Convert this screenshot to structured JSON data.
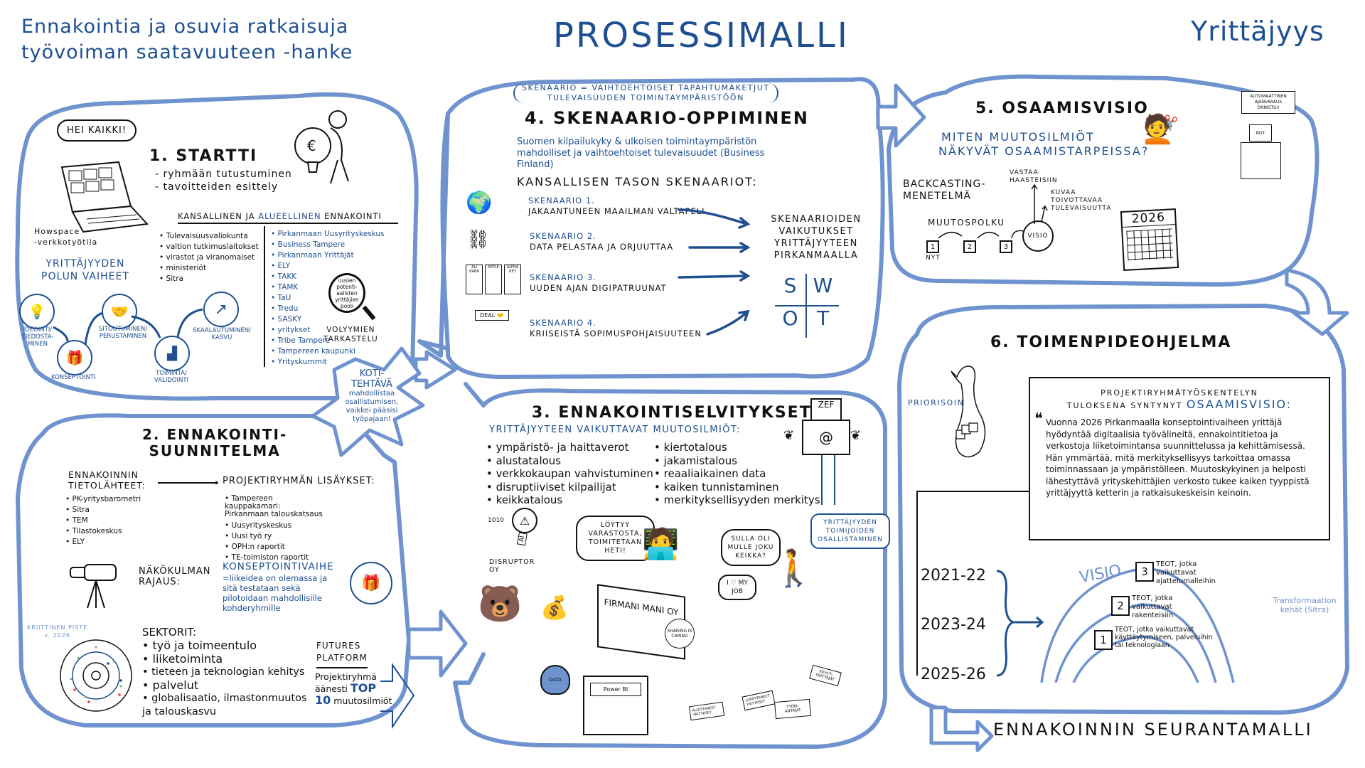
{
  "header": {
    "project_title_line1": "Ennakointia ja osuvia ratkaisuja",
    "project_title_line2": "työvoiman saatavuuteen -hanke",
    "main_title": "PROSESSIMALLI",
    "theme": "Yrittäjyys"
  },
  "colors": {
    "frame_blue": "#6f93cf",
    "ink_blue": "#1d4f91",
    "ink_black": "#111111"
  },
  "step1": {
    "title": "1. STARTTI",
    "bullets": [
      "- ryhmään tutustuminen",
      "- tavoitteiden esittely"
    ],
    "speech": "HEI KAIKKI!",
    "laptop_caption_line1": "Howspace",
    "laptop_caption_line2": "-verkkotyötila",
    "forecast_heading_part1": "KANSALLINEN JA",
    "forecast_heading_part2": "ALUEELLINEN",
    "forecast_heading_part3": "ENNAKOINTI",
    "national": [
      "Tulevaisuusvaliokunta",
      "valtion tutkimuslaitokset",
      "virastot ja viranomaiset",
      "ministeriöt",
      "Sitra"
    ],
    "regional": [
      "Pirkanmaan Uusyrityskeskus",
      "Business Tampere",
      "Pirkanmaan Yrittäjät",
      "ELY",
      "TAKK",
      "TAMK",
      "TaU",
      "Tredu",
      "SASKY",
      "yritykset",
      "Tribe Tampere",
      "Tampereen kaupunki",
      "Yrityskummit"
    ],
    "magnifier_text": "uusien potenti-aalisten yrittäjien pooli",
    "magnifier_caption_line1": "VOLYYMIEN",
    "magnifier_caption_line2": "TARKASTELU",
    "path_title_line1": "YRITTÄJYYDEN",
    "path_title_line2": "POLUN VAIHEET",
    "path_steps": [
      {
        "label": "IDEOINTI/ TIEDOSTA-MINEN",
        "icon": "lightbulb-icon"
      },
      {
        "label": "KONSEPTOINTI",
        "icon": "gift-icon"
      },
      {
        "label": "SITOUTUMINEN/ PERUSTAMINEN",
        "icon": "handshake-icon"
      },
      {
        "label": "TOIMINTA/ VALIDOINTI",
        "icon": "stairs-icon"
      },
      {
        "label": "SKAALAUTUMINEN/ KASVU",
        "icon": "growth-arrow-icon"
      }
    ]
  },
  "homework": {
    "title_line1": "KOTI-",
    "title_line2": "TEHTÄVÄ",
    "text": "mahdollistaa osallistumisen, vaikkei pääsisi työpajaan!"
  },
  "step2": {
    "title_line1": "2. ENNAKOINTI-",
    "title_line2": "SUUNNITELMA",
    "sources_title_line1": "ENNAKOINNIN",
    "sources_title_line2": "TIETOLÄHTEET:",
    "sources": [
      "PK-yritysbarometri",
      "Sitra",
      "TEM",
      "Tilastokeskus",
      "ELY"
    ],
    "additions_title": "PROJEKTIRYHMÄN LISÄYKSET:",
    "additions": [
      "Tampereen kauppakamari: Pirkanmaan talouskatsaus",
      "Uusyrityskeskus",
      "Uusi työ ry",
      "OPH:n raportit",
      "TE-toimiston raportit"
    ],
    "viewpoint_label_line1": "NÄKÖKULMAN",
    "viewpoint_label_line2": "RAJAUS:",
    "concept_phase_title": "KONSEPTOINTIVAIHE",
    "concept_phase_text": "=liikeidea on olemassa ja sitä testataan sekä pilotoidaan mahdollisille kohderyhmille",
    "critical_point_line1": "KRIITTINEN PISTE",
    "critical_point_line2": "v. 2026",
    "sectors_title": "SEKTORIT:",
    "sectors": [
      "työ ja toimeentulo",
      "liiketoiminta",
      "tieteen ja teknologian kehitys",
      "palvelut",
      "globalisaatio, ilmastonmuutos ja talouskasvu"
    ],
    "platform_line1": "FUTURES",
    "platform_line2": "PLATFORM",
    "vote_text_part1": "Projektiryhmä äänesti",
    "vote_highlight": "TOP 10",
    "vote_text_part2": "muutosilmiöt"
  },
  "step3": {
    "title": "3. ENNAKOINTISELVITYKSET",
    "subtitle": "YRITTÄJYYTEEN VAIKUTTAVAT MUUTOSILMIÖT:",
    "col1": [
      "ympäristö- ja haittaverot",
      "alustatalous",
      "verkkokaupan vahvistuminen",
      "disruptiiviset kilpailijat",
      "keikkatalous"
    ],
    "col2": [
      "kiertotalous",
      "jakamistalous",
      "reaaliaikainen data",
      "kaiken tunnistaminen",
      "merkityksellisyyden merkitys"
    ],
    "survey_label": "ZEF",
    "participation_bubble": "YRITTÄJYYDEN TOIMIJOIDEN OSALLISTAMINEN",
    "binary_left": "1010",
    "ai_label": "AI",
    "disruptor_label": "DISRUPTOR OY",
    "speech_warehouse": "LÖYTYY VARASTOSTA, TOIMITETAAN HETI!",
    "speech_gig": "SULLA OLI MULLE JOKU KEIKKA?",
    "thought_job": "I ♡ MY JOB",
    "company_box": "FIRMANI MANI OY",
    "sharing_label": "SHARING IS CARING",
    "data_bottle": "DATA",
    "powerbi_label": "Power BI",
    "output_cards": [
      "ALOITTANEET YRITYKSET",
      "LOPETTANEET YRITYKSET",
      "TYÖN-ANTAJAT",
      "KEVYT-YRITTÄJÄT"
    ]
  },
  "step4": {
    "definition_line1": "SKENAARIO = VAIHTOEHTOISET TAPAHTUMAKETJUT",
    "definition_line2": "TULEVAISUUDEN TOIMINTAYMPÄRISTÖÖN",
    "title": "4. SKENAARIO-OPPIMINEN",
    "intro": "Suomen kilpailukyky & ulkoisen toimintaympäristön mahdolliset ja vaihtoehtoiset tulevaisuudet (Business Finland)",
    "national_title": "KANSALLISEN TASON SKENAARIOT:",
    "scenarios": [
      {
        "label": "SKENAARIO 1.",
        "name": "JAKAANTUNEEN MAAILMAN VALTAPELI",
        "icon": "globe-sword-icon"
      },
      {
        "label": "SKENAARIO 2.",
        "name": "DATA PELASTAA JA ORJUUTTAA",
        "icon": "ball-and-chain-icon"
      },
      {
        "label": "SKENAARIO 3.",
        "name": "UUDEN AJAN DIGIPATRUUNAT",
        "icon": "skyscrapers-icon"
      },
      {
        "label": "SKENAARIO 4.",
        "name": "KRIISEISTÄ SOPIMUSPOHJAISUUTEEN",
        "icon": "deal-handshake-icon"
      }
    ],
    "building_labels": [
      "ALI BABA",
      "APPLE",
      "ALPHA BET"
    ],
    "deal_label": "DEAL",
    "effects_text": "SKENAARIOIDEN VAIKUTUKSET YRITTÄJYYTEEN PIRKANMAALLA",
    "swot": [
      "S",
      "W",
      "O",
      "T"
    ]
  },
  "step5": {
    "title": "5. OSAAMISVISIO",
    "question_line1": "MITEN MUUTOSILMIÖT",
    "question_line2": "NÄKYVÄT OSAAMISTARPEISSA?",
    "method_line1": "BACKCASTING-",
    "method_line2": "MENETELMÄ",
    "answers_label": "VASTAA HAASTEISIIN",
    "describes_label": "KUVAA TOIVOTTAVAA TULEVAISUUTTA",
    "path_label": "MUUTOSPOLKU",
    "path_steps": [
      "1",
      "2",
      "3"
    ],
    "now_label": "NYT",
    "vision_label": "VISIO",
    "bot_speech": "AUTOMAATTINEN AJANVARAUS ONNISTUI!",
    "bot_label": "BOT",
    "calendar_year": "2026"
  },
  "step6": {
    "title": "6. TOIMENPIDEOHJELMA",
    "prioritization": "PRIORISOINTI",
    "vision_box_heading_line1": "PROJEKTIRYHMÄTYÖSKENTELYN",
    "vision_box_heading_line2": "TULOKSENA SYNTYNYT",
    "vision_box_highlight": "OSAAMISVISIO:",
    "vision_quote": "Vuonna 2026 Pirkanmaalla konseptointivaiheen yrittäjä hyödyntää digitaalisia työvälineitä, ennakointitietoa ja verkostoja liiketoimintansa suunnittelussa ja kehittämisessä. Hän ymmärtää, mitä merkityksellisyys tarkoittaa omassa toiminnassaan ja ympäristölleen. Muutoskykyinen ja helposti lähestyttävä yrityskehittäjien verkosto tukee kaiken tyyppistä yrittäjyyttä ketterin ja ratkaisukeskeisin keinoin.",
    "periods": [
      "2021-22",
      "2023-24",
      "2025-26"
    ],
    "vision_arc_label": "VISIO",
    "rings": [
      {
        "number": "3",
        "text": "TEOT, jotka vaikuttavat ajattelumalleihin"
      },
      {
        "number": "2",
        "text": "TEOT, jotka vaikuttavat rakenteisiin"
      },
      {
        "number": "1",
        "text": "TEOT, jotka vaikuttavat käyttäytymiseen, palveluihin tai teknologiaan"
      }
    ],
    "rings_caption": "Transformaation kehät (Sitra)"
  },
  "footer": {
    "next_step": "ENNAKOINNIN SEURANTAMALLI"
  }
}
